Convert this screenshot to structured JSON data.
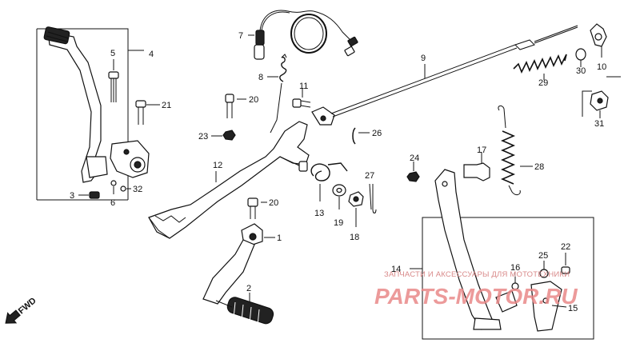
{
  "labels": {
    "p1": "1",
    "p2": "2",
    "p3": "3",
    "p4": "4",
    "p5": "5",
    "p6": "6",
    "p7": "7",
    "p8": "8",
    "p9": "9",
    "p10": "10",
    "p11": "11",
    "p12": "12",
    "p13": "13",
    "p14": "14",
    "p15": "15",
    "p16": "16",
    "p17": "17",
    "p18": "18",
    "p19": "19",
    "p20a": "20",
    "p20b": "20",
    "p21": "21",
    "p22": "22",
    "p23": "23",
    "p24": "24",
    "p25": "25",
    "p26": "26",
    "p27": "27",
    "p28": "28",
    "p29": "29",
    "p30": "30",
    "p31": "31",
    "p32": "32"
  },
  "direction": {
    "text": "FWD"
  },
  "watermark": {
    "subtitle": "ЗАПЧАСТИ И АКСЕССУАРЫ ДЛЯ МОТОТЕХНИКИ",
    "brand": "PARTS-MOTOR.RU"
  },
  "colors": {
    "ink": "#111111",
    "watermark": "#e98989"
  }
}
